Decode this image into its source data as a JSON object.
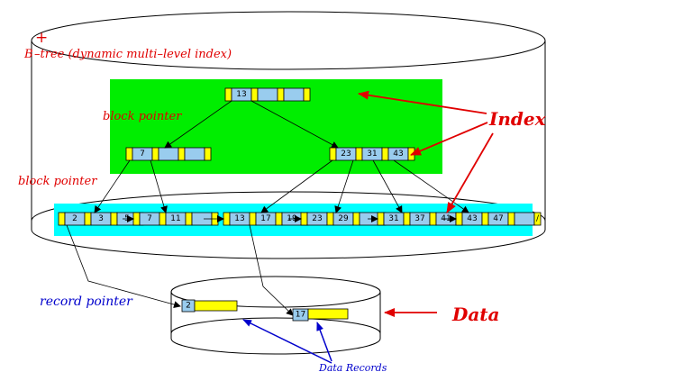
{
  "title": {
    "plus": "+",
    "b": "B",
    "rest": "–tree (dynamic multi–level index)"
  },
  "labels": {
    "block_pointer_1": "block pointer",
    "block_pointer_2": "block pointer",
    "index": "Index",
    "record_pointer": "record pointer",
    "data": "Data",
    "data_records": "Data Records"
  },
  "colors": {
    "index_region": "#00ee00",
    "leaf_region": "#00ffff",
    "key_cell": "#99ccee",
    "pointer_cell": "#ffff00",
    "record_body": "#ffff00",
    "red_label": "#e00000",
    "blue_label": "#0000cc"
  },
  "root_node": {
    "keys": [
      "13",
      "",
      ""
    ]
  },
  "internal_nodes": [
    {
      "keys": [
        "7",
        "",
        ""
      ]
    },
    {
      "keys": [
        "23",
        "31",
        "43"
      ]
    }
  ],
  "leaf_nodes": [
    {
      "keys": [
        "2",
        "3",
        "5"
      ]
    },
    {
      "keys": [
        "7",
        "11",
        ""
      ]
    },
    {
      "keys": [
        "13",
        "17",
        "19"
      ]
    },
    {
      "keys": [
        "23",
        "29",
        ""
      ]
    },
    {
      "keys": [
        "31",
        "37",
        "41"
      ]
    },
    {
      "keys": [
        "43",
        "47",
        ""
      ]
    }
  ],
  "null_pointer": "/",
  "records": [
    {
      "key": "2"
    },
    {
      "key": "17"
    }
  ]
}
